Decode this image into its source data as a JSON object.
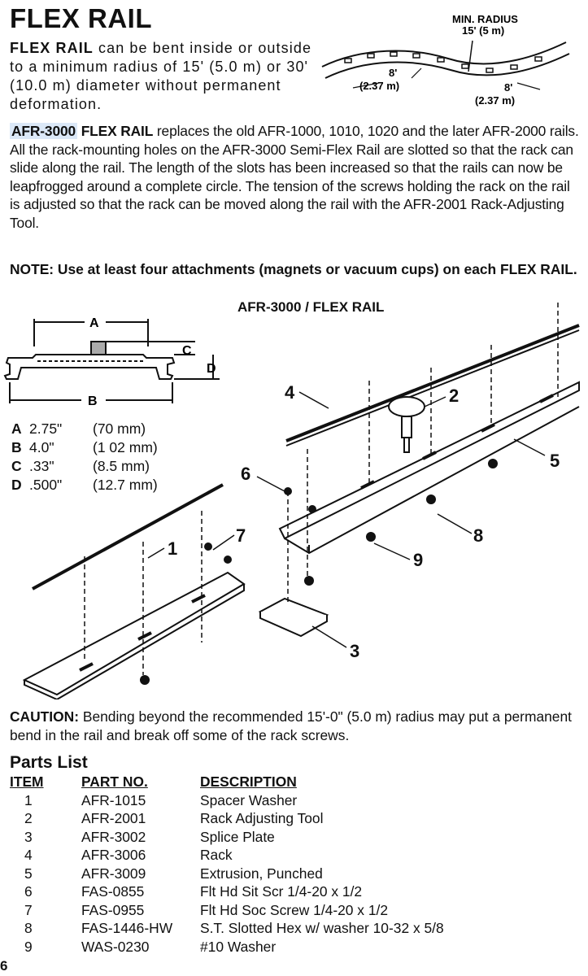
{
  "title": "FLEX RAIL",
  "intro": {
    "bold": "FLEX RAIL",
    "text": " can be bent inside or outside to a minimum radius of 15' (5.0 m) or 30' (10.0 m) diameter without permanent  deformation."
  },
  "radius_diagram": {
    "min_radius_label_1": "MIN. RADIUS",
    "min_radius_label_2": "15' (5 m)",
    "seg_left_1": "8'",
    "seg_left_2": "(2.37 m)",
    "seg_right_1": "8'",
    "seg_right_2": "(2.37 m)"
  },
  "description": {
    "highlight": "AFR-3000",
    "bold": " FLEX RAIL",
    "text": " replaces the old AFR-1000, 1010, 1020 and the later AFR-2000 rails. All the rack-mounting holes on the AFR-3000 Semi-Flex Rail are slotted so that the rack can slide along the rail. The length of the slots has been increased so that the rails can now be leapfrogged around a complete circle. The tension of the screws holding the rack on the rail is adjusted so that the rack can be moved along the rail with the AFR-2001 Rack-Adjusting Tool."
  },
  "note": "NOTE: Use at least four attachments (magnets or vacuum cups) on each FLEX RAIL.",
  "diagram": {
    "title": "AFR-3000 / FLEX RAIL",
    "label_A": "A",
    "label_B": "B",
    "label_C": "C",
    "label_D": "D",
    "callouts": [
      "1",
      "2",
      "3",
      "4",
      "5",
      "6",
      "7",
      "8",
      "9"
    ]
  },
  "dimensions": [
    {
      "key": "A",
      "value": "2.75\"",
      "metric": "(70 mm)"
    },
    {
      "key": "B",
      "value": "4.0\"",
      "metric": "(1 02 mm)"
    },
    {
      "key": "C",
      "value": ".33\"",
      "metric": "(8.5 mm)"
    },
    {
      "key": "D",
      "value": ".500\"",
      "metric": "(12.7 mm)"
    }
  ],
  "caution": {
    "bold": "CAUTION:",
    "text": " Bending beyond the recommended 15'-0\" (5.0 m) radius may put a permanent bend in the rail and break off some of the rack screws."
  },
  "parts_list": {
    "title": "Parts List",
    "headers": [
      "ITEM",
      "PART NO.",
      "DESCRIPTION"
    ],
    "rows": [
      [
        "1",
        "AFR-1015",
        "Spacer Washer"
      ],
      [
        "2",
        "AFR-2001",
        "Rack Adjusting Tool"
      ],
      [
        "3",
        "AFR-3002",
        "Splice Plate"
      ],
      [
        "4",
        "AFR-3006",
        "Rack"
      ],
      [
        "5",
        "AFR-3009",
        "Extrusion, Punched"
      ],
      [
        "6",
        "FAS-0855",
        "Flt Hd Sit Scr 1/4-20 x 1/2"
      ],
      [
        "7",
        "FAS-0955",
        "Flt Hd Soc Screw 1/4-20 x 1/2"
      ],
      [
        "8",
        "FAS-1446-HW",
        "S.T. Slotted Hex w/ washer 10-32 x 5/8"
      ],
      [
        "9",
        "WAS-0230",
        "#10 Washer"
      ]
    ]
  },
  "page_number": "6"
}
